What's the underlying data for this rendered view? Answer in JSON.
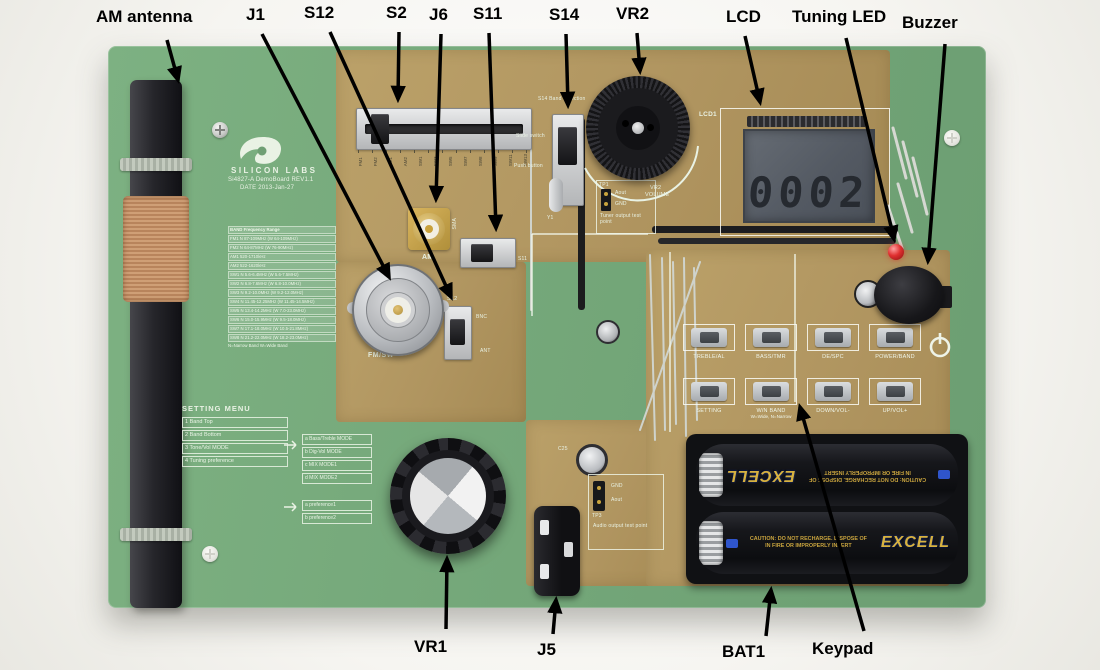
{
  "callouts": {
    "am_antenna": "AM antenna",
    "j1": "J1",
    "s12": "S12",
    "s2": "S2",
    "j6": "J6",
    "s11": "S11",
    "s14": "S14",
    "vr2": "VR2",
    "lcd": "LCD",
    "tuning_led": "Tuning LED",
    "buzzer": "Buzzer",
    "vr1": "VR1",
    "j5": "J5",
    "bat1": "BAT1",
    "keypad": "Keypad"
  },
  "silkscreen": {
    "brand": "SILICON LABS",
    "board_name": "Si4827-A DemoBoard REV1.1",
    "board_date": "DATE 2013-Jan-27",
    "lcd_ref": "LCD1",
    "fm_sw": "FM/SW",
    "am": "AM",
    "sma": "SMA",
    "s11": "S11",
    "s12": "S12",
    "bnc": "BNC",
    "ant": "ANT",
    "y1": "Y1",
    "c25": "C25",
    "s14_caption": "S14  Band Selection",
    "slide_switch": "Slide switch",
    "push_button": "Push button",
    "vr2_ref": "VR2",
    "vr2_volume": "VOLUME",
    "tp1_ref": "TP1",
    "tp1_pin1": "Aout",
    "tp1_pin2": "GND",
    "tp1_caption": "Tuner output test point",
    "tp3_ref": "TP3",
    "tp3_pin1": "GND",
    "tp3_pin2": "Aout",
    "tp3_caption": "Audio output test point"
  },
  "freq_table": {
    "header": "BAND  Frequency Range",
    "rows": [
      "FM1  N 87-109MHz (W 64-109MHz)",
      "FM2  N 64-87MHz (W 76-90MHz)",
      "AM1  520-1710kHz",
      "AM2  522-1620kHz",
      "SW1  N 5.6-6.4MHz (W 5.6-7.5MHz)",
      "SW2  N 6.8-7.6MHz (W 6.8-10.0MHz)",
      "SW3  N 9.2-10.0MHz (W 9.2-12.0MHz)",
      "SW4  N 11.45-12.25MHz (W 11.45-14.5MHz)",
      "SW5  N 13.4-14.2MHz (W 7.0-23.0MHz)",
      "SW6  N 15.0-15.9MHz (W 9.5-18.0MHz)",
      "SW7  N 17.1-18.0MHz (W 10.5-21.8MHz)",
      "SW8  N 21.2-22.0MHz (W 18.2-23.0MHz)"
    ],
    "footer": "N=Narrow Band   W=Wide Band"
  },
  "setting_menu": {
    "title": "SETTING MENU",
    "items": [
      "1 Band Top",
      "2 Band Bottom",
      "3 Tone/Vol MODE",
      "4 Tuning preference"
    ],
    "tone_modes": [
      "a Bass/Treble MODE",
      "b Dig-Vol MODE",
      "c MIX MODE1",
      "d MIX MODE2"
    ],
    "preferences": [
      "a preference1",
      "b preference2"
    ]
  },
  "slider_bands": [
    "FM1",
    "FM2",
    "AM1",
    "AM2",
    "SW1",
    "SW3",
    "SW5",
    "SW7",
    "SW8",
    "SW9",
    "SW11",
    "SW13"
  ],
  "lcd": {
    "value": "0002"
  },
  "keypad": {
    "row1": [
      {
        "label": "TREBLE/AL"
      },
      {
        "label": "BASS/TMR"
      },
      {
        "label": "DE/SPC"
      },
      {
        "label": "POWER/BAND"
      }
    ],
    "row2": [
      {
        "label": "SETTING"
      },
      {
        "label": "W/N BAND",
        "sub": "W=Wide, N=Narrow"
      },
      {
        "label": "DOWN/VOL-"
      },
      {
        "label": "UP/VOL+"
      }
    ]
  },
  "battery": {
    "brand": "EXCELL",
    "caution_line1": "CAUTION: DO NOT RECHARGE. DISPOSE OF",
    "caution_line2": "IN FIRE OR IMPROPERLY INSERT"
  },
  "colors": {
    "board_green": "#75a87a",
    "copper_tan": "#b09560",
    "silkscreen_white": "#e9f2e4",
    "led_red": "#d22b2b",
    "battery_gold": "#c8a23c",
    "battery_blue": "#2f55cc",
    "arrow_black": "#000000"
  }
}
